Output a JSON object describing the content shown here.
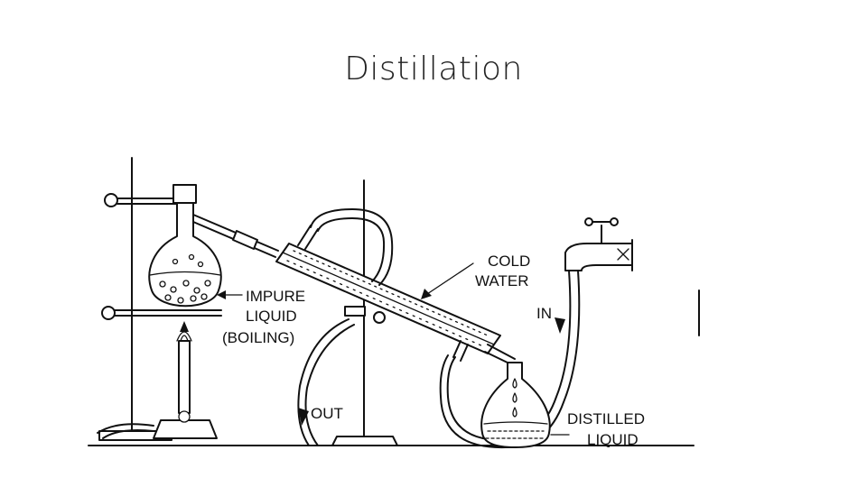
{
  "title": "Distillation",
  "labels": {
    "impure_1": "IMPURE",
    "impure_2": "LIQUID",
    "impure_3": "(BOILING)",
    "cold_1": "COLD",
    "cold_2": "WATER",
    "in": "IN",
    "out": "OUT",
    "distilled_1": "DISTILLED",
    "distilled_2": "LIQUID"
  }
}
